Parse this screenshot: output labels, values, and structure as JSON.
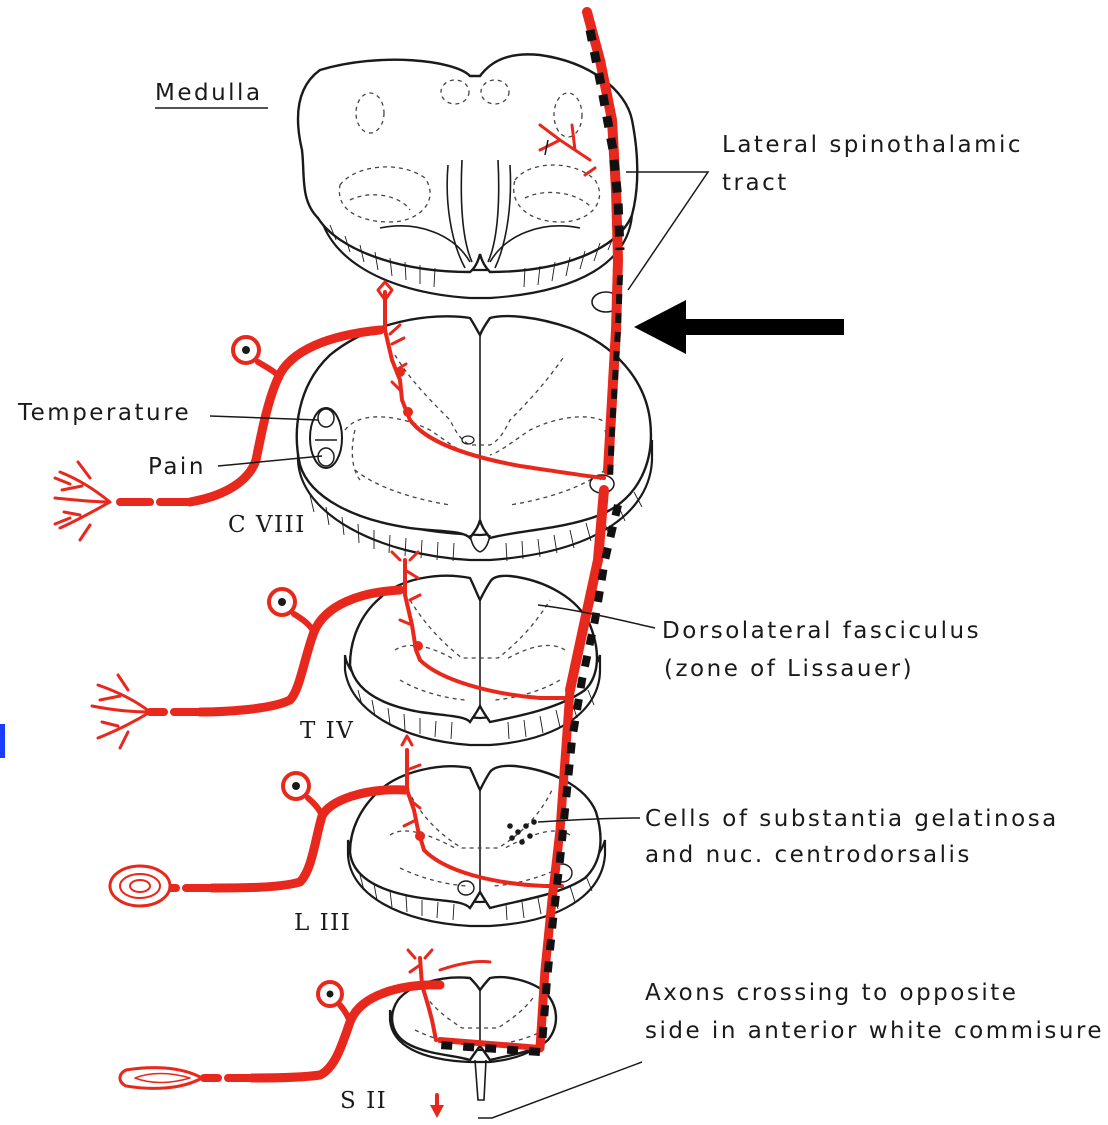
{
  "labels": {
    "medulla": "Medulla",
    "lateral_spinothalamic_line1": "Lateral spinothalamic",
    "lateral_spinothalamic_line2": "tract",
    "temperature": "Temperature",
    "pain": "Pain",
    "dorsolateral_line1": "Dorsolateral fasciculus",
    "dorsolateral_line2": "(zone of Lissauer)",
    "substantia_line1": "Cells of substantia gelatinosa",
    "substantia_line2": "and nuc. centrodorsalis",
    "axons_line1": "Axons crossing to opposite",
    "axons_line2": "side in anterior white commisure"
  },
  "segments": {
    "c8": "C VIII",
    "t4": "T IV",
    "l3": "L III",
    "s2": "S II"
  },
  "colors": {
    "pathway_red": "#e8281c",
    "tract_dashes": "#111111",
    "outline": "#1a1a1a",
    "pointer_arrow": "#000000",
    "margin_mark": "#1a3cff"
  },
  "icons": {
    "pointer_arrow": "left-arrow-icon"
  }
}
